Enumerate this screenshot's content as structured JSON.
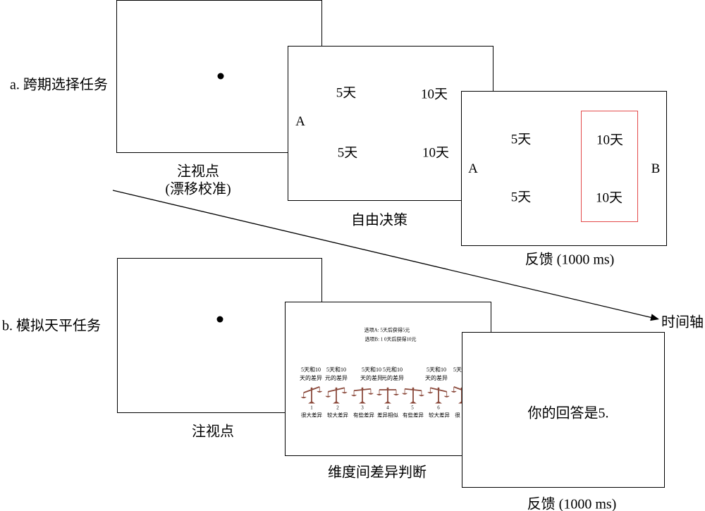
{
  "panel_a": {
    "label": "a. 跨期选择任务",
    "fixation": {
      "caption_line1": "注视点",
      "caption_line2": "(漂移校准)"
    },
    "decision": {
      "caption": "自由决策",
      "side_label": "A",
      "options": [
        "5天",
        "10天",
        "5天",
        "10天"
      ]
    },
    "feedback": {
      "caption": "反馈 (1000 ms)",
      "left_label": "A",
      "right_label": "B",
      "options": [
        "5天",
        "10天",
        "5天",
        "10天"
      ],
      "highlight_color": "#e34a4a"
    }
  },
  "timeline": {
    "label": "时间轴"
  },
  "panel_b": {
    "label": "b. 模拟天平任务",
    "fixation": {
      "caption": "注视点"
    },
    "judgment": {
      "caption": "维度间差异判断",
      "option_a": "选项A: 5天后获得5元",
      "option_b": "选项B: 1 0天后获得10元",
      "dimension_labels": [
        {
          "line1": "5天和10",
          "line2": "天的差异"
        },
        {
          "line1": "5天和10",
          "line2": "元的差异"
        },
        {
          "line1": "5天和10",
          "line2": "天的差异"
        },
        {
          "line1": "5元和10",
          "line2": "元的差异"
        },
        {
          "line1": "5天和10",
          "line2": "天的差异"
        },
        {
          "line1": "5天"
        }
      ],
      "scale_points": [
        {
          "number": "1",
          "label": "很大差异"
        },
        {
          "number": "2",
          "label": "较大差异"
        },
        {
          "number": "3",
          "label": "有些差异"
        },
        {
          "number": "4",
          "label": "差异相似"
        },
        {
          "number": "5",
          "label": "有些差异"
        },
        {
          "number": "6",
          "label": "较大差异"
        },
        {
          "label": "很"
        }
      ],
      "scale_color": "#8b4a3c"
    },
    "feedback": {
      "caption": "反馈 (1000 ms)",
      "message": "你的回答是5."
    }
  }
}
